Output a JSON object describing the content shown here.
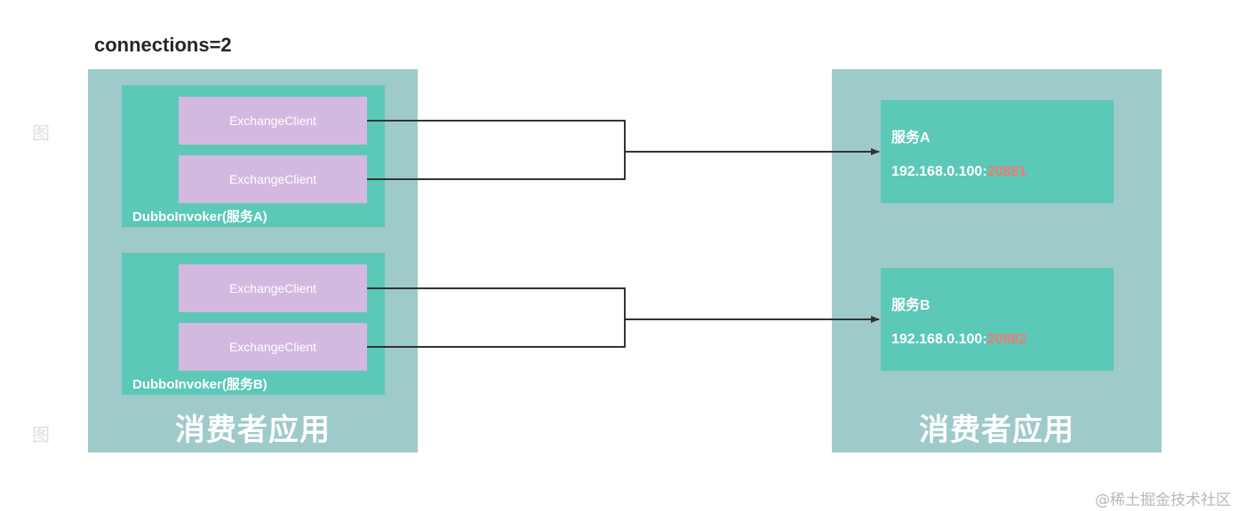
{
  "title": "connections=2",
  "left_app": {
    "label": "消费者应用",
    "invokers": [
      {
        "label": "DubboInvoker(服务A)",
        "clients": [
          "ExchangeClient",
          "ExchangeClient"
        ]
      },
      {
        "label": "DubboInvoker(服务B)",
        "clients": [
          "ExchangeClient",
          "ExchangeClient"
        ]
      }
    ]
  },
  "right_app": {
    "label": "消费者应用",
    "services": [
      {
        "name": "服务A",
        "host": "192.168.0.100:",
        "port": "20881"
      },
      {
        "name": "服务B",
        "host": "192.168.0.100:",
        "port": "20882"
      }
    ]
  },
  "watermark": {
    "glyph": "图"
  },
  "footer": "@稀土掘金技术社区",
  "colors": {
    "app_panel": "#9ecac9",
    "teal_box": "#5bc8b8",
    "client_box": "#d3b8e0",
    "port_text": "#f07a72",
    "connector": "#333333"
  }
}
